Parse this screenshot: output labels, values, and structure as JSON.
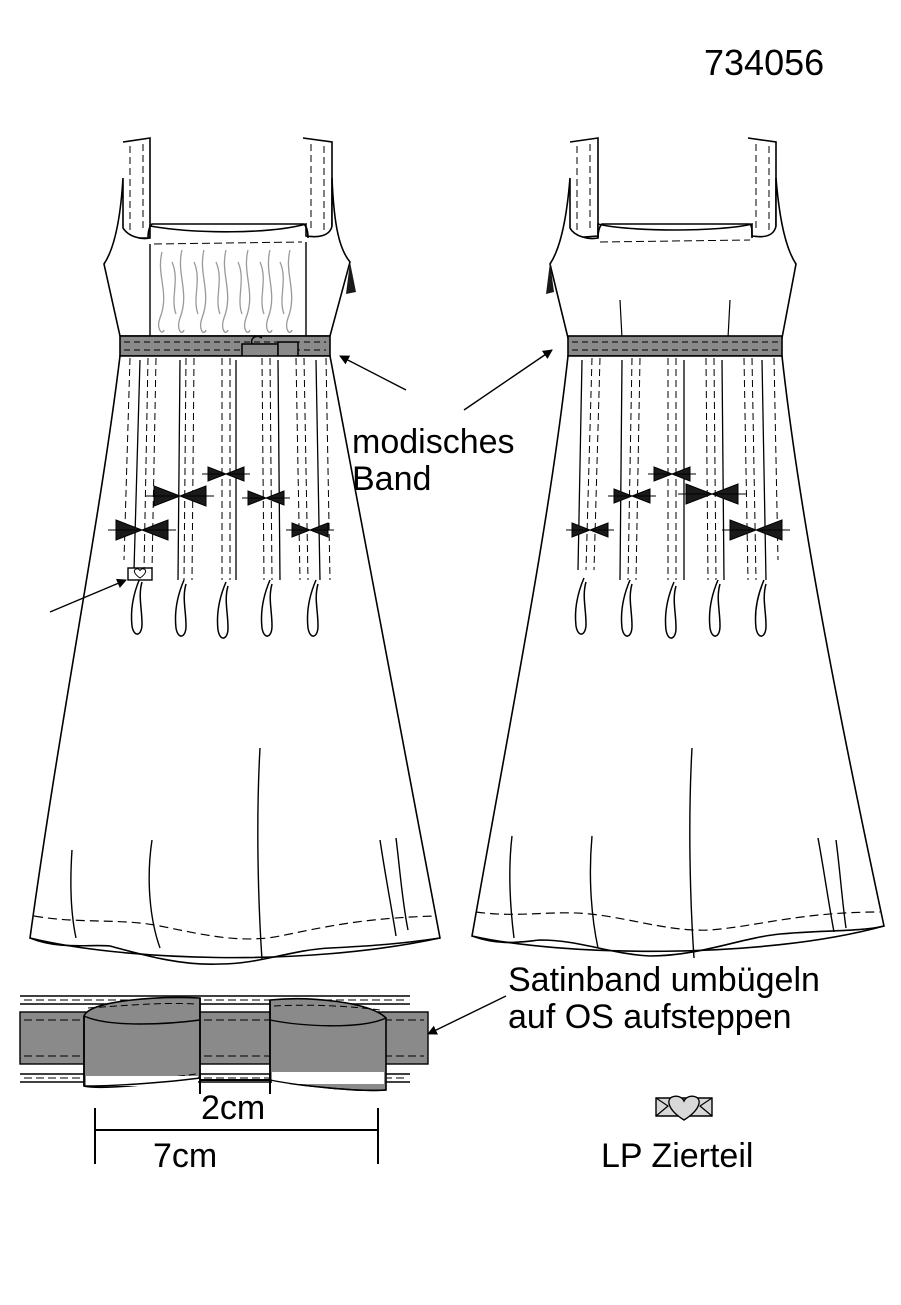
{
  "style_number": "734056",
  "callouts": {
    "band_line1": "modisches",
    "band_line2": "Band",
    "satin_line1": "Satinband umbügeln",
    "satin_line2": "auf OS aufsteppen",
    "ornament": "LP Zierteil"
  },
  "dimensions": {
    "inner": "2cm",
    "outer": "7cm"
  },
  "colors": {
    "ink": "#000000",
    "band": "#8a8a8a",
    "shirring": "#9a9a9a",
    "paper": "#ffffff"
  },
  "icons": [
    "heart-ornament-icon",
    "bow-icon",
    "arrow-icon"
  ]
}
